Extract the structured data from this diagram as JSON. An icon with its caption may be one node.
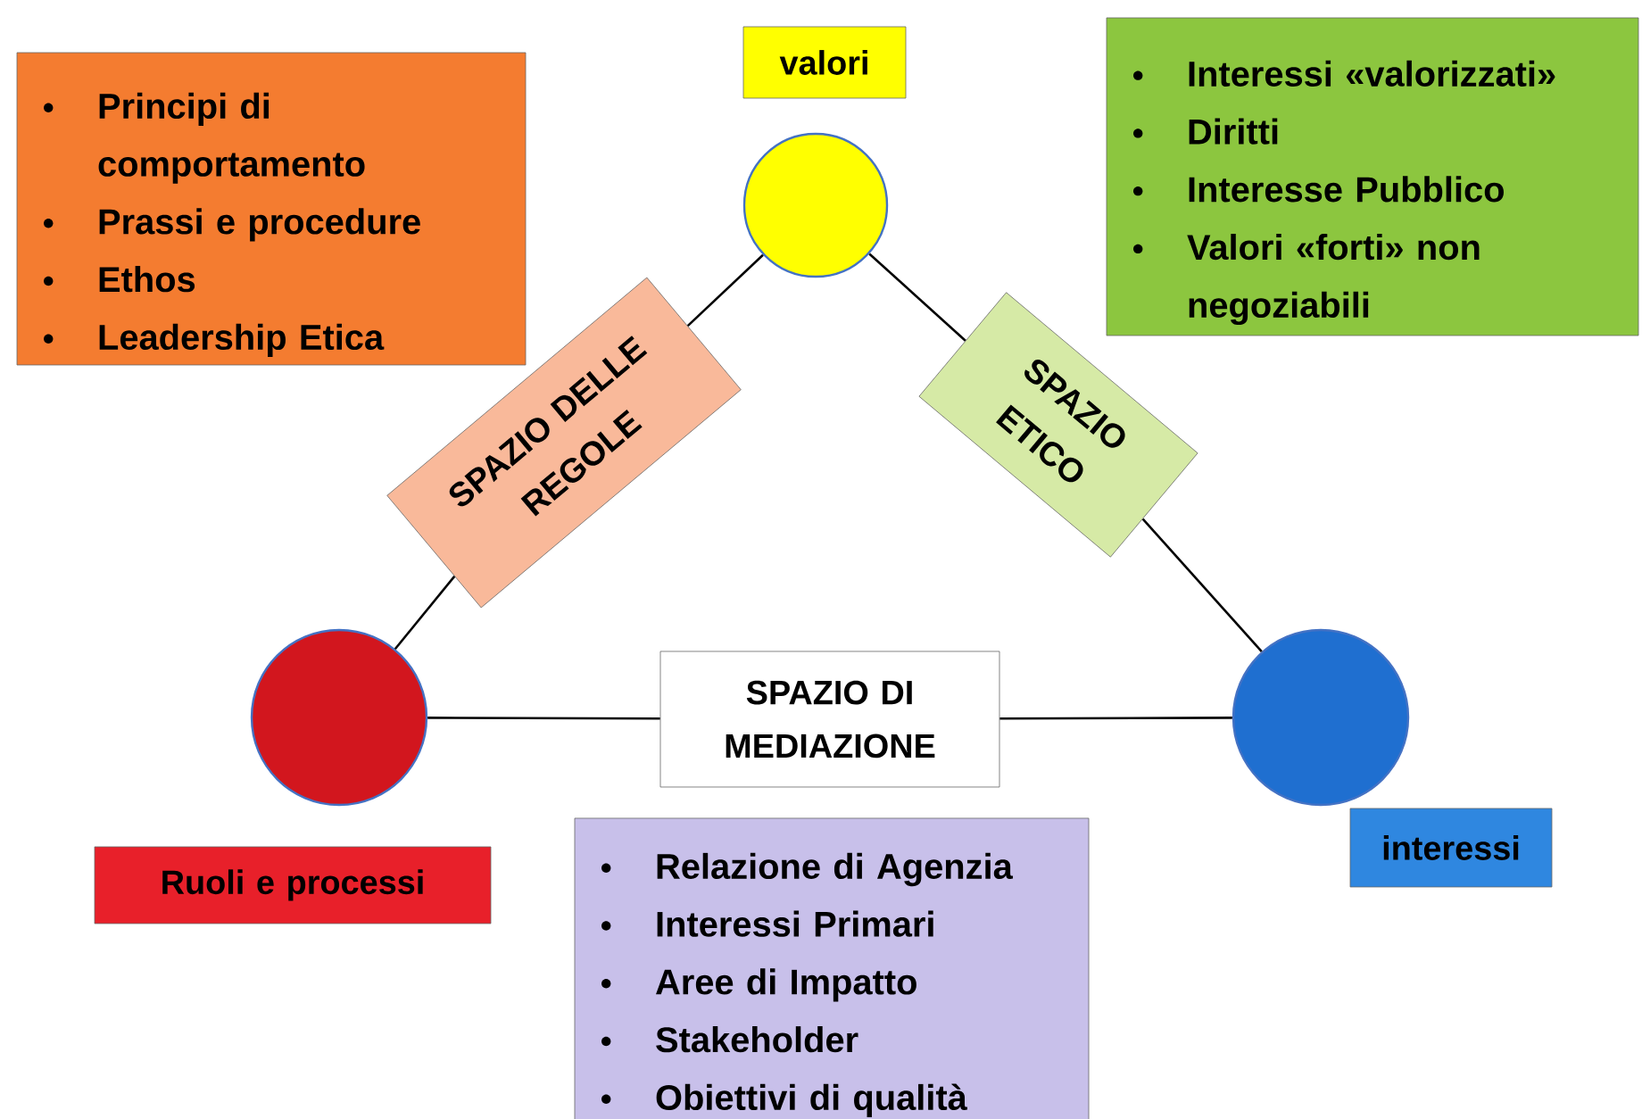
{
  "diagram": {
    "nodes": [
      {
        "text": [
          "Principi di comportamento",
          "Prassi e procedure",
          "Ethos",
          "Leadership Etica"
        ]
      },
      {
        "text": [
          "valori"
        ]
      },
      {
        "text": [
          "Interessi «valorizzati»",
          "Diritti",
          "Interesse Pubblico",
          "Valori «forti» non negoziabili"
        ]
      },
      {
        "text": [],
        "shape": "circle"
      },
      {
        "text": [
          "SPAZIO DELLE REGOLE"
        ]
      },
      {
        "text": [
          "SPAZIO ETICO"
        ]
      },
      {
        "text": [],
        "shape": "circle"
      },
      {
        "text": [
          "SPAZIO DI MEDIAZIONE"
        ]
      },
      {
        "text": [],
        "shape": "circle"
      },
      {
        "text": [
          "Ruoli e processi"
        ]
      },
      {
        "text": [
          "interessi"
        ]
      },
      {
        "text": [
          "Relazione di Agenzia",
          "Interessi Primari",
          "Aree di Impatto",
          "Stakeholder",
          "Obiettivi di qualità"
        ]
      }
    ],
    "edges": [
      {
        "from": 3,
        "to": 4,
        "arrow": "none"
      },
      {
        "from": 4,
        "to": 6,
        "arrow": "none"
      },
      {
        "from": 3,
        "to": 5,
        "arrow": "none"
      },
      {
        "from": 5,
        "to": 8,
        "arrow": "none"
      },
      {
        "from": 6,
        "to": 7,
        "arrow": "none"
      },
      {
        "from": 7,
        "to": 8,
        "arrow": "none"
      }
    ]
  }
}
